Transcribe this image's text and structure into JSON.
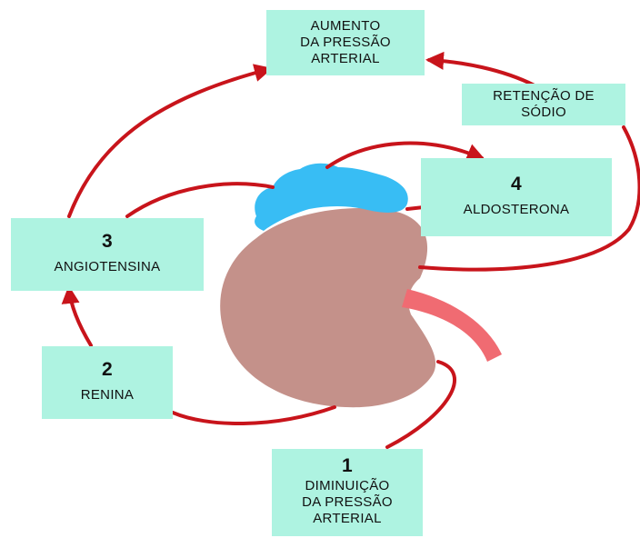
{
  "colors": {
    "box_fill": "#aef3e1",
    "arrow": "#c8141b",
    "kidney": "#c4918a",
    "adrenal_gland": "#38bdf4",
    "ureter": "#f06b72"
  },
  "boxes": {
    "aumento": {
      "lines": [
        "AUMENTO",
        "DA PRESSÃO",
        "ARTERIAL"
      ]
    },
    "retencao": {
      "lines": [
        "RETENÇÃO DE",
        "SÓDIO"
      ]
    },
    "aldosterona": {
      "number": "4",
      "label": "ALDOSTERONA"
    },
    "angiotensina": {
      "number": "3",
      "label": "ANGIOTENSINA"
    },
    "renina": {
      "number": "2",
      "label": "RENINA"
    },
    "diminuicao": {
      "number": "1",
      "lines": [
        "DIMINUIÇÃO",
        "DA PRESSÃO",
        "ARTERIAL"
      ]
    }
  }
}
